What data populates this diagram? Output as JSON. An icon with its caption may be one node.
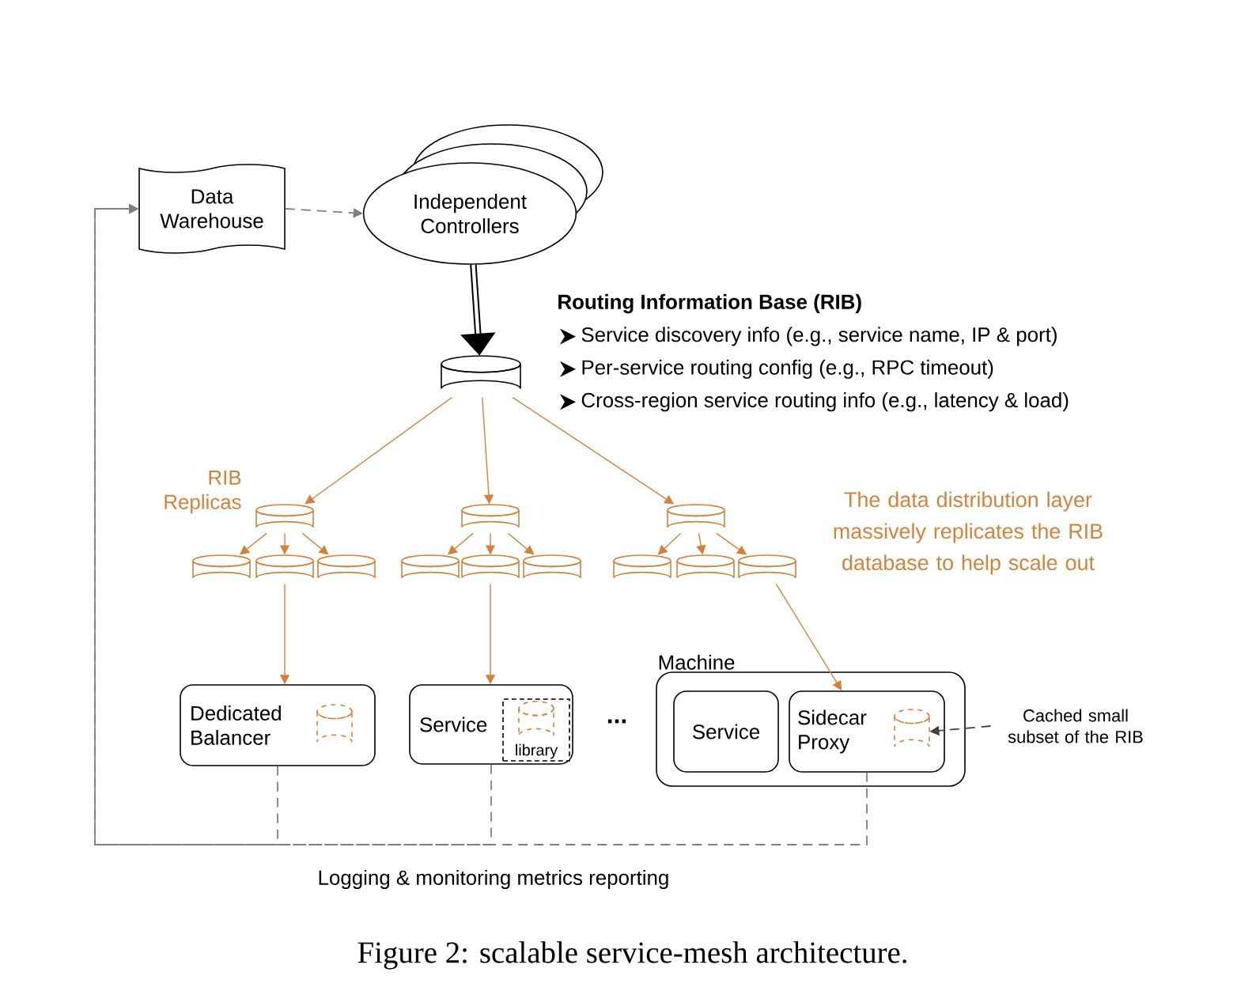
{
  "diagram": {
    "caption": "Figure 2: scalable service-mesh architecture.",
    "nodes": [
      {
        "text": [
          "Data Warehouse"
        ]
      },
      {
        "text": [
          "Independent Controllers"
        ]
      },
      {
        "text": [],
        "shape": "cylinder",
        "beside": [
          "Routing Information Base (RIB)",
          "Service discovery info (e.g., service name, IP & port)",
          "Per-service routing config (e.g., RPC timeout)",
          "Cross-region service routing info (e.g., latency & load)"
        ]
      },
      {
        "text": [],
        "shape": "cylinder"
      },
      {
        "text": [],
        "shape": "cylinder"
      },
      {
        "text": [],
        "shape": "cylinder"
      },
      {
        "text": [],
        "shape": "cylinder"
      },
      {
        "text": [],
        "shape": "cylinder"
      },
      {
        "text": [],
        "shape": "cylinder"
      },
      {
        "text": [],
        "shape": "cylinder"
      },
      {
        "text": [],
        "shape": "cylinder"
      },
      {
        "text": [],
        "shape": "cylinder"
      },
      {
        "text": [],
        "shape": "cylinder"
      },
      {
        "text": [],
        "shape": "cylinder"
      },
      {
        "text": [],
        "shape": "cylinder"
      },
      {
        "text": [
          "Dedicated Balancer"
        ]
      },
      {
        "text": [
          "Service"
        ]
      },
      {
        "text": [
          "library"
        ],
        "in": 16
      },
      {
        "text": [
          "Machine"
        ]
      },
      {
        "text": [
          "Service"
        ],
        "in": 18
      },
      {
        "text": [
          "Sidecar Proxy"
        ],
        "in": 18
      },
      {
        "text": [],
        "shape": "cylinder",
        "in": 20
      },
      {
        "text": [
          "Cached small subset of the RIB"
        ]
      }
    ],
    "edges": [
      {
        "from": 0,
        "to": 1,
        "arrow": "to",
        "style": "dashed",
        "color": "#7f7f7f"
      },
      {
        "from": 1,
        "to": 2,
        "arrow": "to",
        "style": "thick",
        "color": "#000000"
      },
      {
        "from": 2,
        "to": 3,
        "arrow": "to"
      },
      {
        "from": 2,
        "to": 4,
        "arrow": "to"
      },
      {
        "from": 2,
        "to": 5,
        "arrow": "to"
      },
      {
        "from": 3,
        "to": 6,
        "arrow": "to"
      },
      {
        "from": 3,
        "to": 7,
        "arrow": "to"
      },
      {
        "from": 3,
        "to": 8,
        "arrow": "to"
      },
      {
        "from": 4,
        "to": 9,
        "arrow": "to"
      },
      {
        "from": 4,
        "to": 10,
        "arrow": "to"
      },
      {
        "from": 4,
        "to": 11,
        "arrow": "to"
      },
      {
        "from": 5,
        "to": 12,
        "arrow": "to"
      },
      {
        "from": 5,
        "to": 13,
        "arrow": "to"
      },
      {
        "from": 5,
        "to": 14,
        "arrow": "to"
      },
      {
        "from": 7,
        "to": 15,
        "arrow": "to"
      },
      {
        "from": 10,
        "to": 16,
        "arrow": "to"
      },
      {
        "from": 14,
        "to": 20,
        "arrow": "to"
      },
      {
        "from": 22,
        "to": 21,
        "arrow": "to",
        "style": "dashed",
        "color": "#404040"
      },
      {
        "from": 15,
        "to": 0,
        "arrow": "to",
        "style": "dashed",
        "color": "#7f7f7f"
      },
      {
        "from": 16,
        "to": 0,
        "arrow": "to",
        "style": "dashed",
        "color": "#7f7f7f"
      },
      {
        "from": 20,
        "to": 0,
        "arrow": "to",
        "style": "dashed",
        "color": "#7f7f7f"
      }
    ],
    "labels": [
      "RIB Replicas",
      "The data distribution layer massively replicates the RIB database to help scale out",
      "...",
      "Logging & monitoring metrics reporting"
    ]
  }
}
